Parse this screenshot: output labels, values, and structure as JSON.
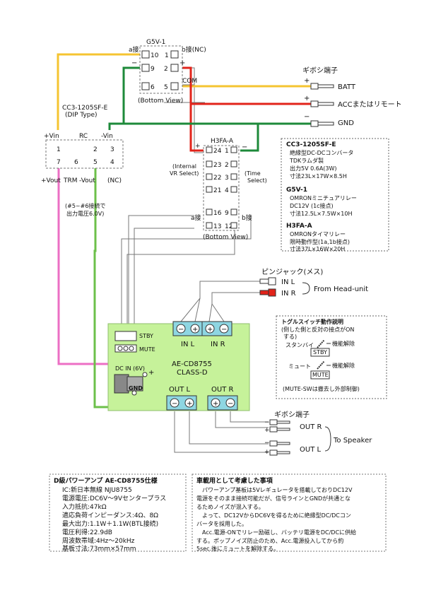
{
  "colors": {
    "wire_acc": "#f5c431",
    "wire_batt": "#e2231a",
    "wire_gnd": "#1d8a3a",
    "wire_signal_gnd": "#6cc04a",
    "wire_vout": "#ec6fc4",
    "amp_board": "#c6f29a",
    "terminal": "#8ed6e2",
    "rca_white": "#ffffff",
    "rca_red": "#e2231a"
  },
  "g5v": {
    "title": "G5V-1",
    "a_label": "a接",
    "b_label": "b接(NC)",
    "pins": [
      "10",
      "1",
      "9",
      "2",
      "6",
      "5"
    ],
    "minus": "−",
    "plus": "+",
    "com": "COM",
    "view": "(Bottom View)"
  },
  "gibo_top": {
    "title": "ギボシ端子",
    "signs": [
      "+",
      "+",
      "−"
    ],
    "labels": [
      "BATT",
      "ACCまたはリモート",
      "GND"
    ]
  },
  "cc3": {
    "title": "CC3-1205SF-E",
    "subtitle": "(DIP Type)",
    "vin_plus": "+Vin",
    "rc": "RC",
    "vin_minus": "-Vin",
    "pins_top": [
      "1",
      "2",
      "3"
    ],
    "pins_bottom": [
      "7",
      "6",
      "5",
      "4"
    ],
    "vout_plus": "+Vout",
    "trm": "TRM",
    "vout_minus": "-Vout",
    "nc": "(NC)",
    "note1": "(#5~#6接続で",
    "note2": "出力電圧6.0V)"
  },
  "h3fa": {
    "title": "H3FA-A",
    "internal1": "(Internal",
    "internal2": "VR Select)",
    "time1": "(Time",
    "time2": "Select)",
    "pins_left": [
      "24",
      "23",
      "22",
      "21",
      "16",
      "13"
    ],
    "pins_right": [
      "1",
      "2",
      "3",
      "4",
      "9",
      "12"
    ],
    "plus": "+",
    "minus": "−",
    "a_label": "a接",
    "b_label": "b接",
    "view": "(Bottom View)"
  },
  "specs": {
    "cc3_title": "CC3-1205SF-E",
    "cc3_lines": [
      "絶縁型DC-DCコンバータ",
      "TDKラムダ製",
      "出力5V 0.6A(3W)",
      "寸法23L×17W×8.5H"
    ],
    "g5v_title": "G5V-1",
    "g5v_lines": [
      "OMRONミニチュアリレー",
      "DC12V (1c接点)",
      "寸法12.5L×7.5W×10H"
    ],
    "h3fa_title": "H3FA-A",
    "h3fa_lines": [
      "OMRONタイマリレー",
      "限時動作型(1a,1b接点)",
      "寸法37L×16W×20H"
    ]
  },
  "rca": {
    "title": "ピンジャック(メス)",
    "in_l": "IN L",
    "in_r": "IN R",
    "from": "From Head-unit"
  },
  "amp": {
    "stby": "STBY",
    "mute": "MUTE",
    "in_l": "IN L",
    "in_r": "IN R",
    "model": "AE-CD8755",
    "class": "CLASS-D",
    "dc_in": "DC IN (6V)",
    "gnd": "GND",
    "out_l": "OUT L",
    "out_r": "OUT R",
    "minus": "−",
    "plus": "+"
  },
  "toggle": {
    "title": "トグルスイッチ動作説明",
    "note": "(倒した側と反対の接点がON",
    "note2": "する)",
    "standby": "スタンバイ",
    "stby_box": "STBY",
    "release1": "機能解除",
    "mute_label": "ミュート",
    "mute_box": "MUTE",
    "release2": "機能解除",
    "footer": "(MUTE-SWは撤去し外部制御)"
  },
  "gibo_bottom": {
    "title": "ギボシ端子",
    "signs": [
      "−",
      "+",
      "−",
      "+"
    ],
    "out_r": "OUT R",
    "out_l": "OUT L",
    "to": "To Speaker"
  },
  "amp_spec": {
    "title": "D級パワーアンプ  AE-CD8755仕様",
    "lines": [
      "IC:新日本無線 NJU8755",
      "電源電圧:DC6V～9Vセンタープラス",
      "入力抵抗:47kΩ",
      "適応負荷インピーダンス:4Ω、8Ω",
      "最大出力:1.1W＋1.1W(BTL接続)",
      "電圧利得:22.9dB",
      "周波数帯域:4Hz～20kHz",
      "基板寸法:73mm×57mm"
    ]
  },
  "car_note": {
    "title": "車載用として考慮した事項",
    "lines": [
      "　パワーアンプ基板は5Vレギュレータを搭載しておりDC12V",
      "電源をそのまま接続可能だが、信号ラインとGNDが共通とな",
      "るためノイズが混入する。",
      "　よって、DC12VからDC6Vを得るために絶縁型DC/DCコン",
      "バータを採用した。",
      "　Acc.電源-ONでリレー励磁し、バッテリ電源をDC/DCに供給",
      "する。ポップノイズ防止のため、Acc.電源投入してから約",
      "5sec.後にミュートを解除する。"
    ]
  }
}
